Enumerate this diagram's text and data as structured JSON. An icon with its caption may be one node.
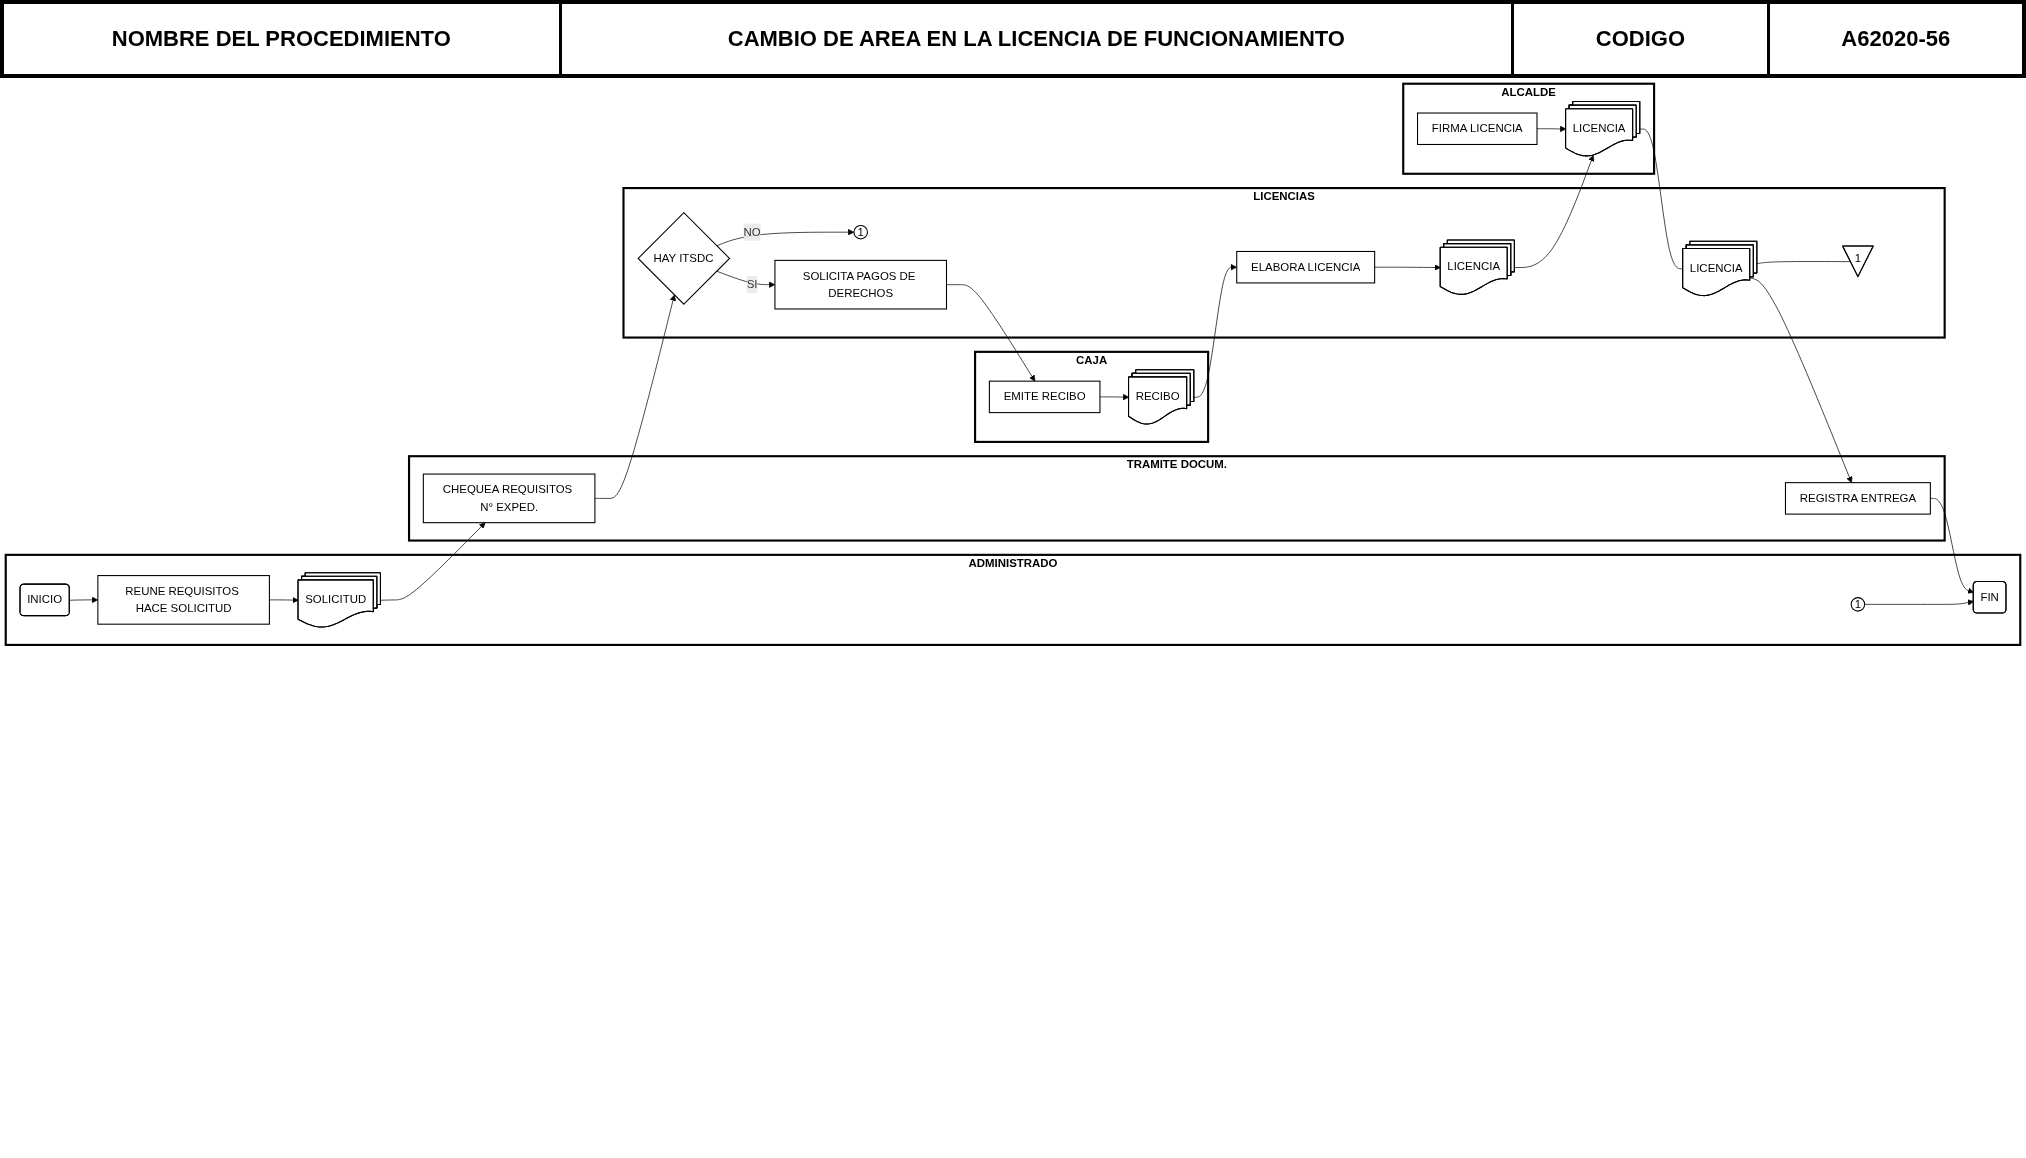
{
  "diagram": {
    "nodes": [
      {
        "text": [
          "ADMINISTRADO"
        ]
      },
      {
        "text": [
          "TRAMITE DOCUM."
        ]
      },
      {
        "text": [
          "CAJA"
        ]
      },
      {
        "text": [
          "LICENCIAS"
        ]
      },
      {
        "text": [
          "ALCALDE"
        ]
      },
      {
        "text": [
          "INICIO"
        ],
        "in": 0
      },
      {
        "text": [
          "REUNE REQUISITOS HACE SOLICITUD"
        ],
        "in": 0
      },
      {
        "text": [
          "SOLICITUD"
        ],
        "in": 0
      },
      {
        "text": [
          "CHEQUEA REQUISITOS N° EXPED."
        ],
        "in": 1
      },
      {
        "text": [
          "HAY ITSDC"
        ],
        "in": 3
      },
      {
        "text": [
          "1"
        ],
        "in": 3
      },
      {
        "text": [
          "SOLICITA PAGOS DE DERECHOS"
        ],
        "in": 3
      },
      {
        "text": [
          "EMITE RECIBO"
        ],
        "in": 2
      },
      {
        "text": [
          "RECIBO"
        ],
        "in": 2
      },
      {
        "text": [
          "ELABORA LICENCIA"
        ],
        "in": 3
      },
      {
        "text": [
          "LICENCIA"
        ],
        "in": 3
      },
      {
        "text": [
          "FIRMA LICENCIA"
        ],
        "in": 4
      },
      {
        "text": [
          "LICENCIA"
        ],
        "in": 4
      },
      {
        "text": [
          "1"
        ],
        "in": 0
      },
      {
        "text": [
          "FIN"
        ],
        "in": 0
      },
      {
        "text": [
          "REGISTRA ENTREGA"
        ],
        "in": 1
      },
      {
        "text": [
          "LICENCIA"
        ],
        "in": 3
      },
      {
        "text": [
          "1"
        ],
        "in": 3
      }
    ],
    "edges": [
      {
        "from": 5,
        "to": 6,
        "arrow": "to"
      },
      {
        "from": 6,
        "to": 7,
        "arrow": "to"
      },
      {
        "from": 7,
        "to": 8,
        "arrow": "to"
      },
      {
        "from": 8,
        "to": 9,
        "arrow": "to"
      },
      {
        "from": 9,
        "to": 10,
        "label": "NO",
        "arrow": "to"
      },
      {
        "from": 9,
        "to": 11,
        "label": "SI",
        "arrow": "to"
      },
      {
        "from": 11,
        "to": 12,
        "arrow": "to"
      },
      {
        "from": 12,
        "to": 13,
        "arrow": "to"
      },
      {
        "from": 13,
        "to": 14,
        "arrow": "to"
      },
      {
        "from": 14,
        "to": 15,
        "arrow": "to"
      },
      {
        "from": 15,
        "to": 17,
        "arrow": "to"
      },
      {
        "from": 16,
        "to": 17,
        "arrow": "to"
      },
      {
        "from": 17,
        "to": 21,
        "arrow": "none"
      },
      {
        "from": 21,
        "to": 20,
        "arrow": "to"
      },
      {
        "from": 20,
        "to": 19,
        "arrow": "to"
      },
      {
        "from": 18,
        "to": 19,
        "arrow": "to"
      },
      {
        "from": 21,
        "to": 22,
        "arrow": "none"
      }
    ],
    "labels": [
      "NOMBRE DEL PROCEDIMIENTO",
      "CAMBIO DE AREA EN LA LICENCIA DE FUNCIONAMIENTO",
      "CODIGO",
      "A62020-56"
    ]
  }
}
